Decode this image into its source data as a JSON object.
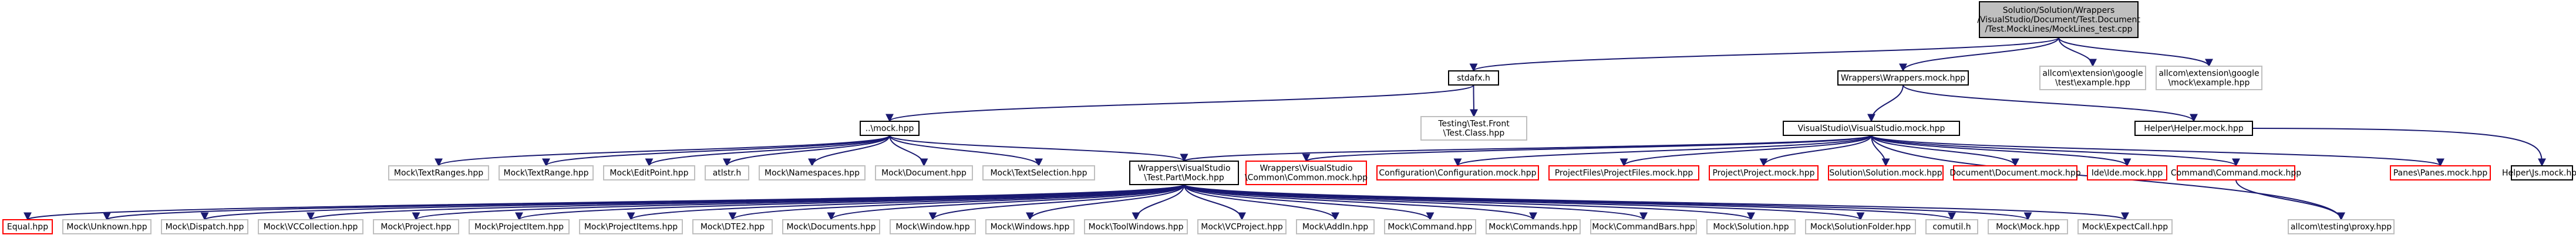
{
  "diagram": {
    "colors": {
      "edge": "#191970",
      "root_fill": "#bfbfbf",
      "root_border": "#000000",
      "documented_border": "#000000",
      "undocumented_border": "#bfbfbf",
      "missing_border": "#ff0000",
      "text": "#000000"
    },
    "nodes": [
      {
        "id": "root",
        "lines": [
          "Solution/Solution/Wrappers",
          "/VisualStudio/Document/Test.Document",
          "/Test.MockLines/MockLines_test.cpp"
        ],
        "style": "root"
      },
      {
        "id": "stdafx",
        "lines": [
          "stdafx.h"
        ],
        "style": "documented"
      },
      {
        "id": "wrappers",
        "lines": [
          "Wrappers\\Wrappers.mock.hpp"
        ],
        "style": "documented"
      },
      {
        "id": "gtest",
        "lines": [
          "allcom\\extension\\google",
          "\\test\\example.hpp"
        ],
        "style": "undocumented"
      },
      {
        "id": "gmock",
        "lines": [
          "allcom\\extension\\google",
          "\\mock\\example.hpp"
        ],
        "style": "undocumented"
      },
      {
        "id": "mockhpp",
        "lines": [
          "..\\mock.hpp"
        ],
        "style": "documented"
      },
      {
        "id": "testingfront",
        "lines": [
          "Testing\\Test.Front",
          "\\Test.Class.hpp"
        ],
        "style": "undocumented"
      },
      {
        "id": "vsmock",
        "lines": [
          "VisualStudio\\VisualStudio.mock.hpp"
        ],
        "style": "documented"
      },
      {
        "id": "helper",
        "lines": [
          "Helper\\Helper.mock.hpp"
        ],
        "style": "documented"
      },
      {
        "id": "textranges",
        "lines": [
          "Mock\\TextRanges.hpp"
        ],
        "style": "undocumented"
      },
      {
        "id": "textrange",
        "lines": [
          "Mock\\TextRange.hpp"
        ],
        "style": "undocumented"
      },
      {
        "id": "editpoint",
        "lines": [
          "Mock\\EditPoint.hpp"
        ],
        "style": "undocumented"
      },
      {
        "id": "atlstr",
        "lines": [
          "atlstr.h"
        ],
        "style": "undocumented"
      },
      {
        "id": "namespaces",
        "lines": [
          "Mock\\Namespaces.hpp"
        ],
        "style": "undocumented"
      },
      {
        "id": "document",
        "lines": [
          "Mock\\Document.hpp"
        ],
        "style": "undocumented"
      },
      {
        "id": "textselection",
        "lines": [
          "Mock\\TextSelection.hpp"
        ],
        "style": "undocumented"
      },
      {
        "id": "wrappersvs",
        "lines": [
          "Wrappers\\VisualStudio",
          "\\Test.Part\\Mock.hpp"
        ],
        "style": "documented"
      },
      {
        "id": "common",
        "lines": [
          "Wrappers\\VisualStudio",
          "\\Common\\Common.mock.hpp"
        ],
        "style": "missing"
      },
      {
        "id": "configuration",
        "lines": [
          "Configuration\\Configuration.mock.hpp"
        ],
        "style": "missing"
      },
      {
        "id": "projectfiles",
        "lines": [
          "ProjectFiles\\ProjectFiles.mock.hpp"
        ],
        "style": "missing"
      },
      {
        "id": "project",
        "lines": [
          "Project\\Project.mock.hpp"
        ],
        "style": "missing"
      },
      {
        "id": "solution",
        "lines": [
          "Solution\\Solution.mock.hpp"
        ],
        "style": "missing"
      },
      {
        "id": "documentmock",
        "lines": [
          "Document\\Document.mock.hpp"
        ],
        "style": "missing"
      },
      {
        "id": "ide",
        "lines": [
          "Ide\\Ide.mock.hpp"
        ],
        "style": "missing"
      },
      {
        "id": "command",
        "lines": [
          "Command\\Command.mock.hpp"
        ],
        "style": "missing"
      },
      {
        "id": "panes",
        "lines": [
          "Panes\\Panes.mock.hpp"
        ],
        "style": "missing"
      },
      {
        "id": "js",
        "lines": [
          "Helper\\Js.mock.hpp"
        ],
        "style": "documented"
      },
      {
        "id": "proxy",
        "lines": [
          "allcom\\testing\\proxy.hpp"
        ],
        "style": "undocumented"
      },
      {
        "id": "equal",
        "lines": [
          "Equal.hpp"
        ],
        "style": "missing"
      },
      {
        "id": "unknown",
        "lines": [
          "Mock\\Unknown.hpp"
        ],
        "style": "undocumented"
      },
      {
        "id": "dispatch",
        "lines": [
          "Mock\\Dispatch.hpp"
        ],
        "style": "undocumented"
      },
      {
        "id": "vccollection",
        "lines": [
          "Mock\\VCCollection.hpp"
        ],
        "style": "undocumented"
      },
      {
        "id": "mproject",
        "lines": [
          "Mock\\Project.hpp"
        ],
        "style": "undocumented"
      },
      {
        "id": "projectitem",
        "lines": [
          "Mock\\ProjectItem.hpp"
        ],
        "style": "undocumented"
      },
      {
        "id": "projectitems",
        "lines": [
          "Mock\\ProjectItems.hpp"
        ],
        "style": "undocumented"
      },
      {
        "id": "dte2",
        "lines": [
          "Mock\\DTE2.hpp"
        ],
        "style": "undocumented"
      },
      {
        "id": "documents",
        "lines": [
          "Mock\\Documents.hpp"
        ],
        "style": "undocumented"
      },
      {
        "id": "window",
        "lines": [
          "Mock\\Window.hpp"
        ],
        "style": "undocumented"
      },
      {
        "id": "windows",
        "lines": [
          "Mock\\Windows.hpp"
        ],
        "style": "undocumented"
      },
      {
        "id": "toolwindows",
        "lines": [
          "Mock\\ToolWindows.hpp"
        ],
        "style": "undocumented"
      },
      {
        "id": "vcproject",
        "lines": [
          "Mock\\VCProject.hpp"
        ],
        "style": "undocumented"
      },
      {
        "id": "addin",
        "lines": [
          "Mock\\AddIn.hpp"
        ],
        "style": "undocumented"
      },
      {
        "id": "mcommand",
        "lines": [
          "Mock\\Command.hpp"
        ],
        "style": "undocumented"
      },
      {
        "id": "mcommands",
        "lines": [
          "Mock\\Commands.hpp"
        ],
        "style": "undocumented"
      },
      {
        "id": "commandbars",
        "lines": [
          "Mock\\CommandBars.hpp"
        ],
        "style": "undocumented"
      },
      {
        "id": "msolution",
        "lines": [
          "Mock\\Solution.hpp"
        ],
        "style": "undocumented"
      },
      {
        "id": "solutionfolder",
        "lines": [
          "Mock\\SolutionFolder.hpp"
        ],
        "style": "undocumented"
      },
      {
        "id": "comutil",
        "lines": [
          "comutil.h"
        ],
        "style": "undocumented"
      },
      {
        "id": "mmock",
        "lines": [
          "Mock\\Mock.hpp"
        ],
        "style": "undocumented"
      },
      {
        "id": "expectcall",
        "lines": [
          "Mock\\ExpectCall.hpp"
        ],
        "style": "undocumented"
      }
    ],
    "edges": [
      [
        "root",
        "stdafx"
      ],
      [
        "root",
        "wrappers"
      ],
      [
        "root",
        "gtest"
      ],
      [
        "root",
        "gmock"
      ],
      [
        "stdafx",
        "mockhpp"
      ],
      [
        "stdafx",
        "testingfront"
      ],
      [
        "wrappers",
        "vsmock"
      ],
      [
        "wrappers",
        "helper"
      ],
      [
        "helper",
        "js"
      ],
      [
        "mockhpp",
        "textranges"
      ],
      [
        "mockhpp",
        "textrange"
      ],
      [
        "mockhpp",
        "editpoint"
      ],
      [
        "mockhpp",
        "atlstr"
      ],
      [
        "mockhpp",
        "namespaces"
      ],
      [
        "mockhpp",
        "document"
      ],
      [
        "mockhpp",
        "textselection"
      ],
      [
        "mockhpp",
        "wrappersvs"
      ],
      [
        "vsmock",
        "wrappersvs"
      ],
      [
        "vsmock",
        "common"
      ],
      [
        "vsmock",
        "configuration"
      ],
      [
        "vsmock",
        "projectfiles"
      ],
      [
        "vsmock",
        "project"
      ],
      [
        "vsmock",
        "solution"
      ],
      [
        "vsmock",
        "documentmock"
      ],
      [
        "vsmock",
        "ide"
      ],
      [
        "vsmock",
        "command"
      ],
      [
        "vsmock",
        "panes"
      ],
      [
        "vsmock",
        "proxy"
      ],
      [
        "command",
        "proxy"
      ],
      [
        "wrappersvs",
        "equal"
      ],
      [
        "wrappersvs",
        "unknown"
      ],
      [
        "wrappersvs",
        "dispatch"
      ],
      [
        "wrappersvs",
        "vccollection"
      ],
      [
        "wrappersvs",
        "mproject"
      ],
      [
        "wrappersvs",
        "projectitem"
      ],
      [
        "wrappersvs",
        "projectitems"
      ],
      [
        "wrappersvs",
        "dte2"
      ],
      [
        "wrappersvs",
        "documents"
      ],
      [
        "wrappersvs",
        "window"
      ],
      [
        "wrappersvs",
        "windows"
      ],
      [
        "wrappersvs",
        "toolwindows"
      ],
      [
        "wrappersvs",
        "vcproject"
      ],
      [
        "wrappersvs",
        "addin"
      ],
      [
        "wrappersvs",
        "mcommand"
      ],
      [
        "wrappersvs",
        "mcommands"
      ],
      [
        "wrappersvs",
        "commandbars"
      ],
      [
        "wrappersvs",
        "msolution"
      ],
      [
        "wrappersvs",
        "solutionfolder"
      ],
      [
        "wrappersvs",
        "comutil"
      ],
      [
        "wrappersvs",
        "mmock"
      ],
      [
        "wrappersvs",
        "expectcall"
      ]
    ]
  }
}
